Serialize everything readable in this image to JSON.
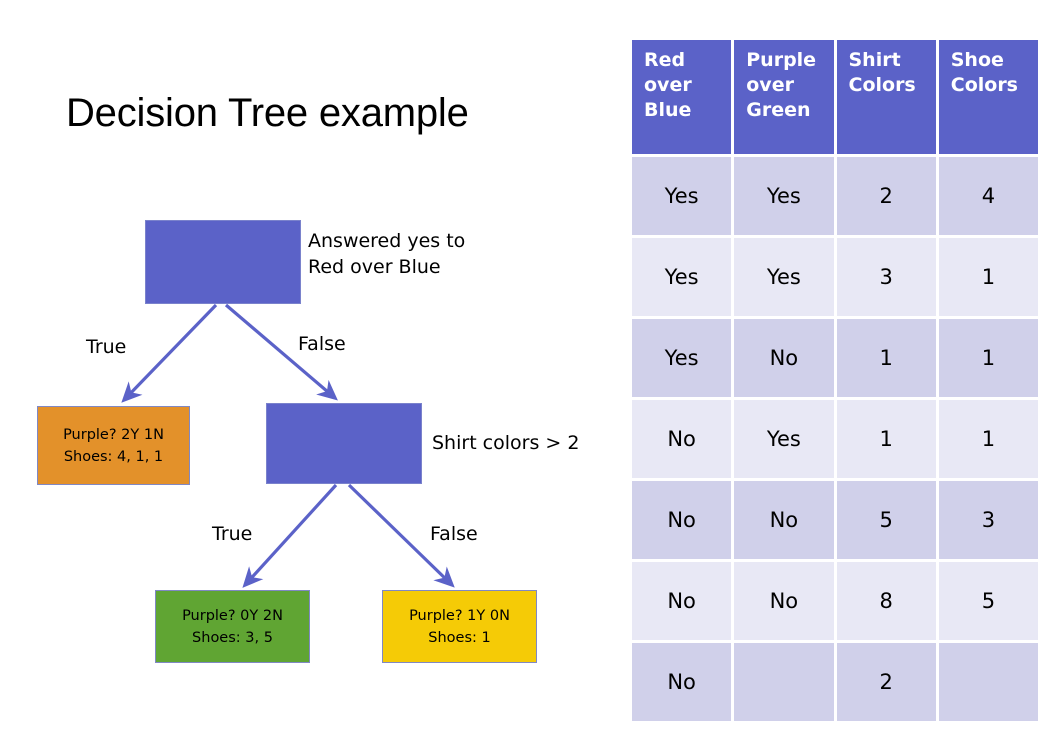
{
  "slide": {
    "title": "Decision Tree example",
    "background": "#ffffff"
  },
  "colors": {
    "node_blue": "#5B62C8",
    "node_border": "#7A82CC",
    "leaf_orange": "#E3912A",
    "leaf_green": "#60A533",
    "leaf_yellow": "#F5CB06",
    "edge_line": "#5B62C8",
    "table_header_bg": "#5B62C8",
    "table_header_text": "#FFFFFF",
    "table_row_dark": "#D0D0EA",
    "table_row_light": "#E8E8F5"
  },
  "tree": {
    "root": {
      "label_lines": [],
      "annotation": "Answered yes to\nRed over Blue"
    },
    "shirt": {
      "label_lines": [],
      "annotation": "Shirt colors > 2"
    },
    "leaf_orange": {
      "line1": "Purple? 2Y 1N",
      "line2": "Shoes: 4, 1, 1"
    },
    "leaf_green": {
      "line1": "Purple? 0Y 2N",
      "line2": "Shoes: 3, 5"
    },
    "leaf_yellow": {
      "line1": "Purple? 1Y 0N",
      "line2": "Shoes: 1"
    },
    "edge_labels": {
      "root_true": "True",
      "root_false": "False",
      "shirt_true": "True",
      "shirt_false": "False"
    }
  },
  "table": {
    "headers": [
      {
        "words": [
          "Red",
          "over",
          "Blue"
        ]
      },
      {
        "words": [
          "Purple",
          "over",
          "Green"
        ]
      },
      {
        "words": [
          "Shirt",
          "Colors"
        ]
      },
      {
        "words": [
          "Shoe",
          "Colors"
        ]
      }
    ],
    "rows": [
      [
        "Yes",
        "Yes",
        "2",
        "4"
      ],
      [
        "Yes",
        "Yes",
        "3",
        "1"
      ],
      [
        "Yes",
        "No",
        "1",
        "1"
      ],
      [
        "No",
        "Yes",
        "1",
        "1"
      ],
      [
        "No",
        "No",
        "5",
        "3"
      ],
      [
        "No",
        "No",
        "8",
        "5"
      ],
      [
        "No",
        "",
        "2",
        ""
      ]
    ]
  }
}
